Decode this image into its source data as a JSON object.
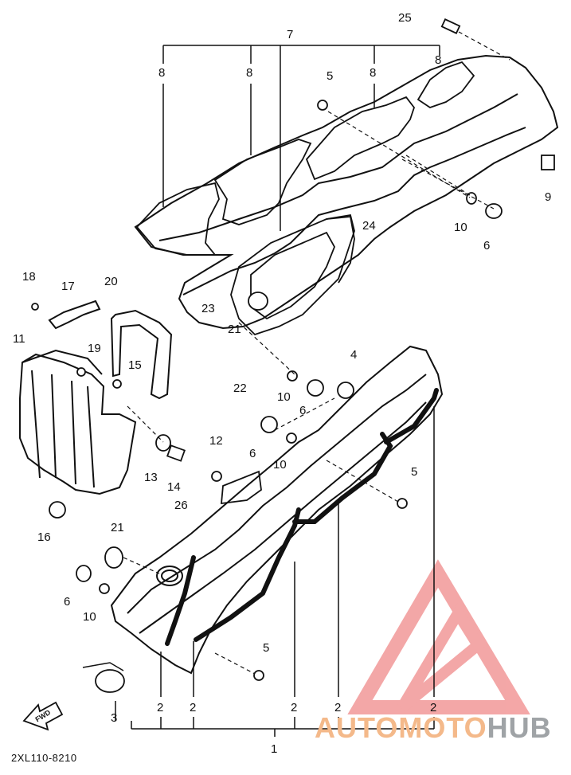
{
  "callouts": [
    "1",
    "2",
    "3",
    "4",
    "5",
    "6",
    "7",
    "8",
    "9",
    "10",
    "11",
    "12",
    "13",
    "14",
    "15",
    "16",
    "17",
    "18",
    "19",
    "20",
    "21",
    "22",
    "23",
    "24",
    "25",
    "26"
  ],
  "diagram_code": "2XL110-8210",
  "fwd_label": "FWD",
  "watermark": {
    "part_a": "AUTOMOTO",
    "part_b": "HUB",
    "accent_color": "#f08a8a"
  },
  "colors": {
    "ink": "#111111",
    "background": "#ffffff"
  }
}
